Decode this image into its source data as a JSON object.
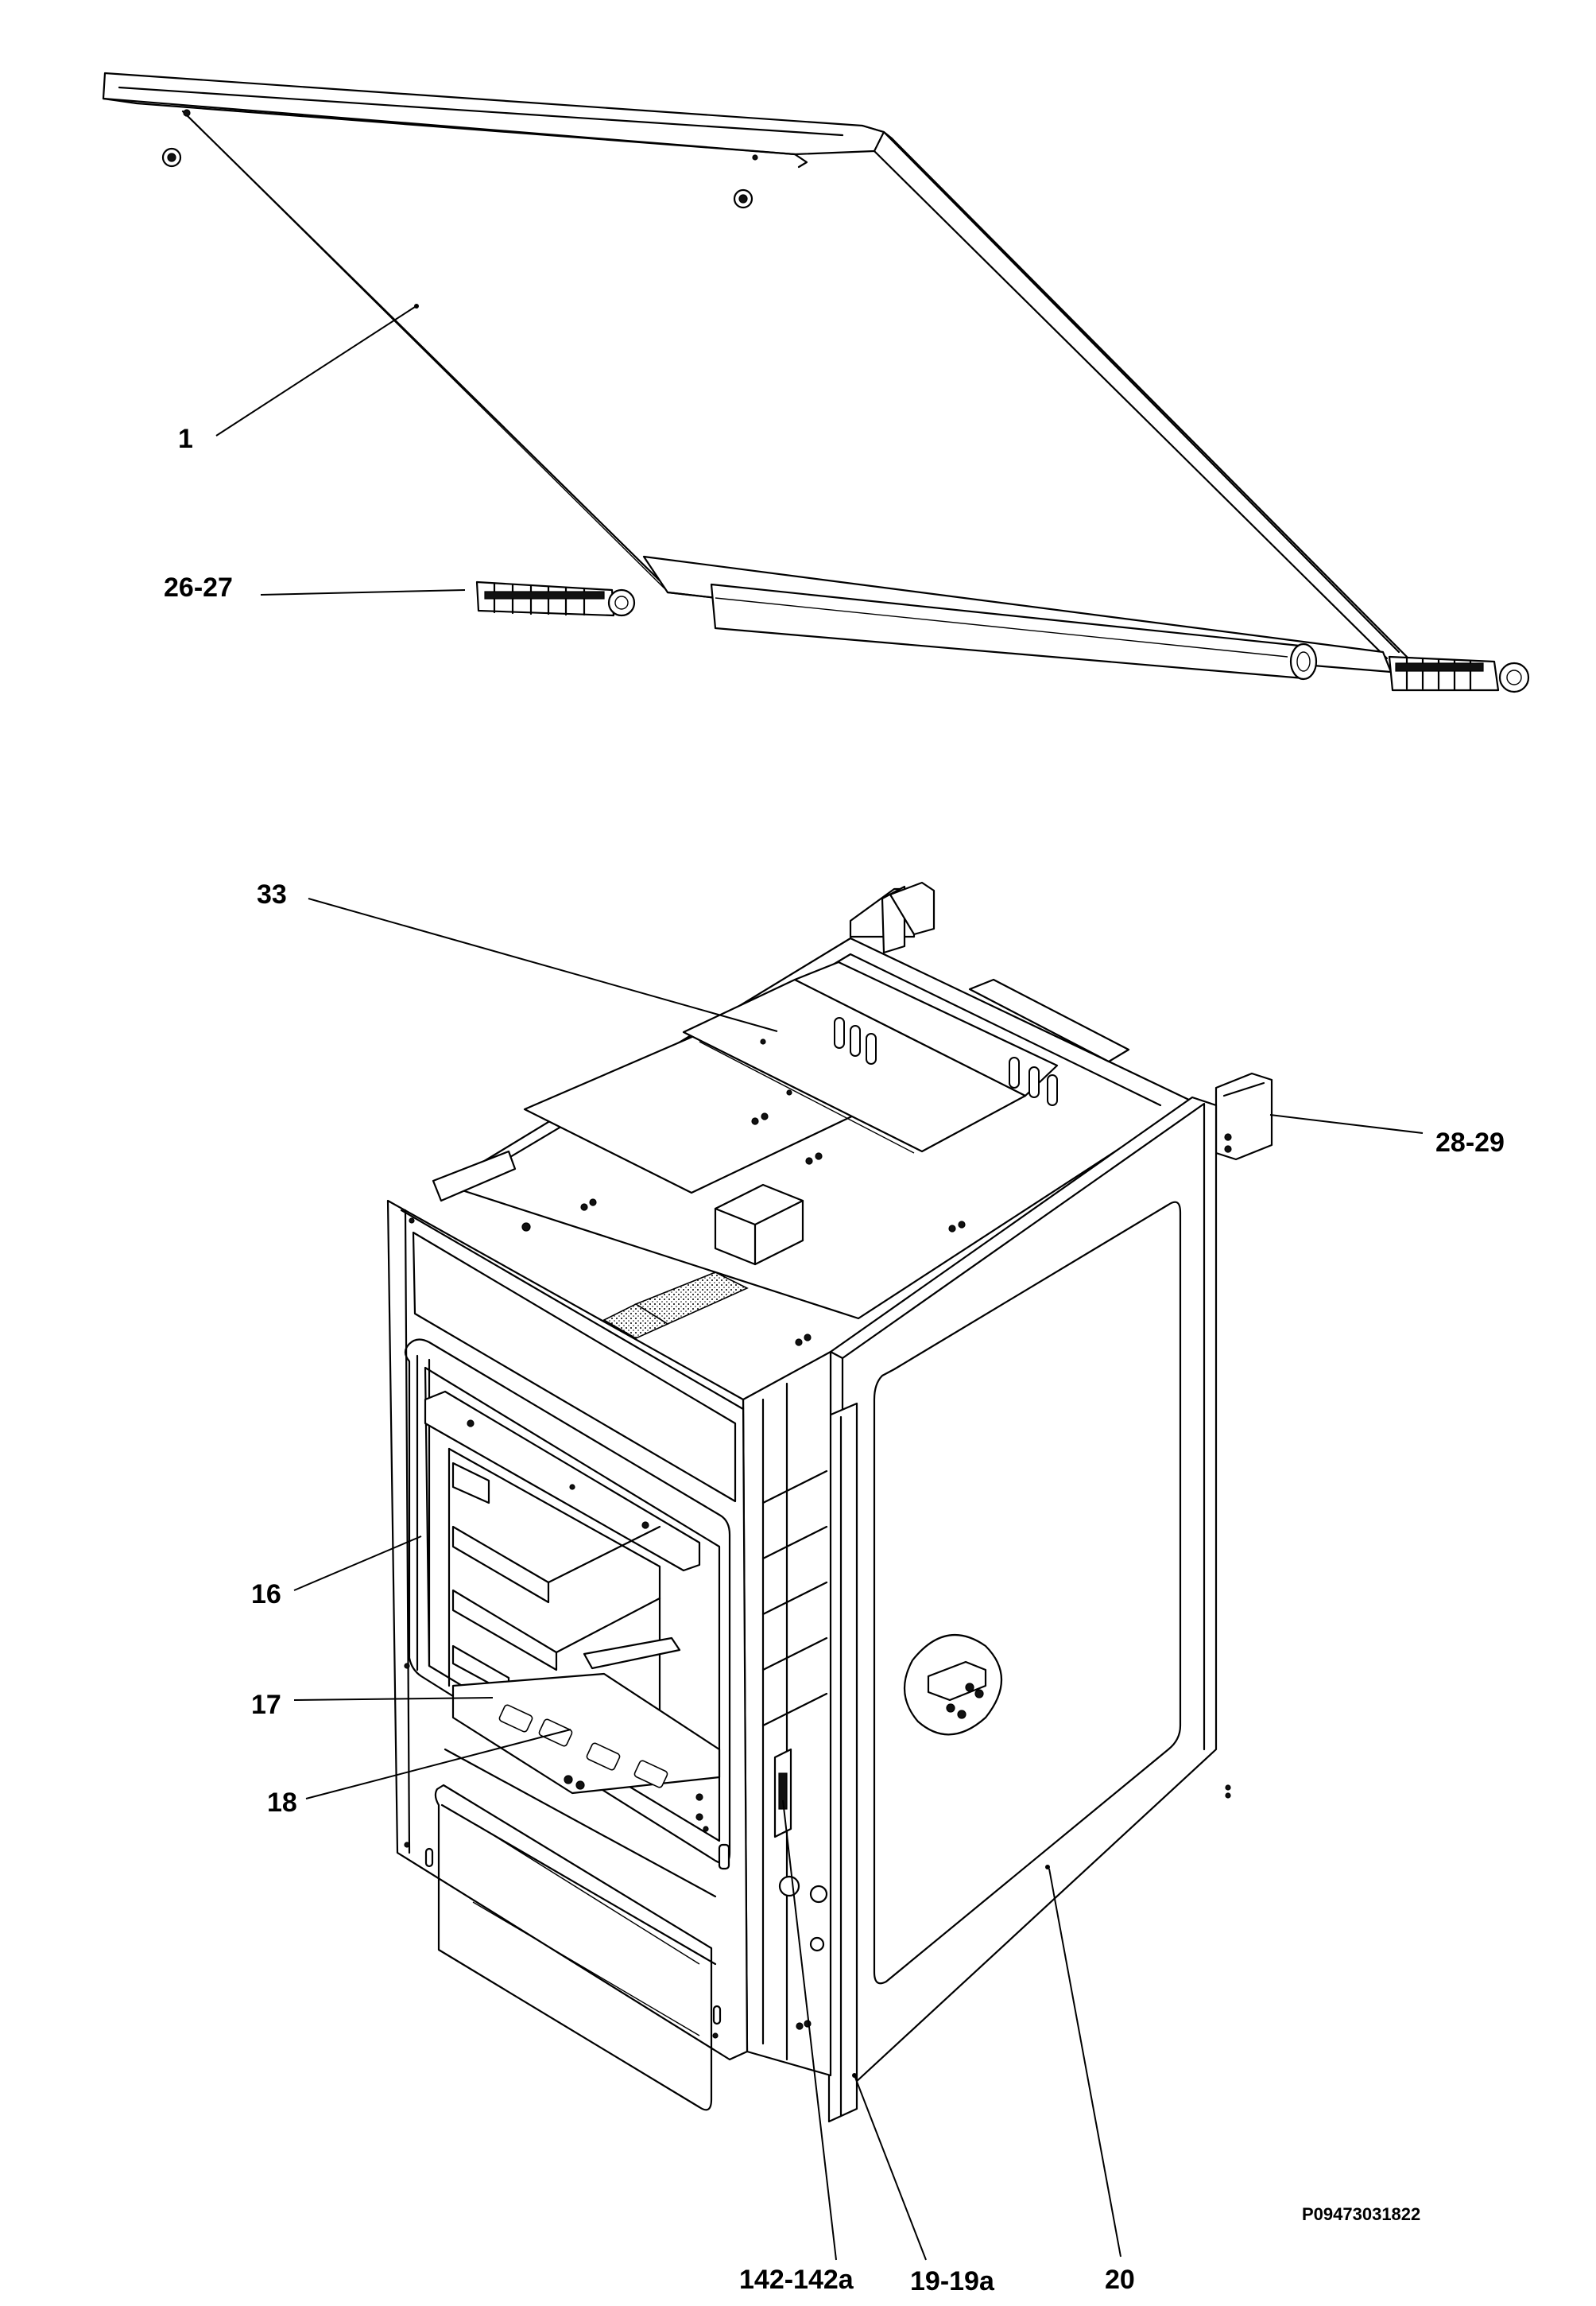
{
  "callouts": {
    "c1": "1",
    "c26_27": "26-27",
    "c33": "33",
    "c28_29": "28-29",
    "c16": "16",
    "c17": "17",
    "c18": "18",
    "c142": "142-142a",
    "c19": "19-19a",
    "c20": "20"
  },
  "drawing_code": "P09473031822"
}
